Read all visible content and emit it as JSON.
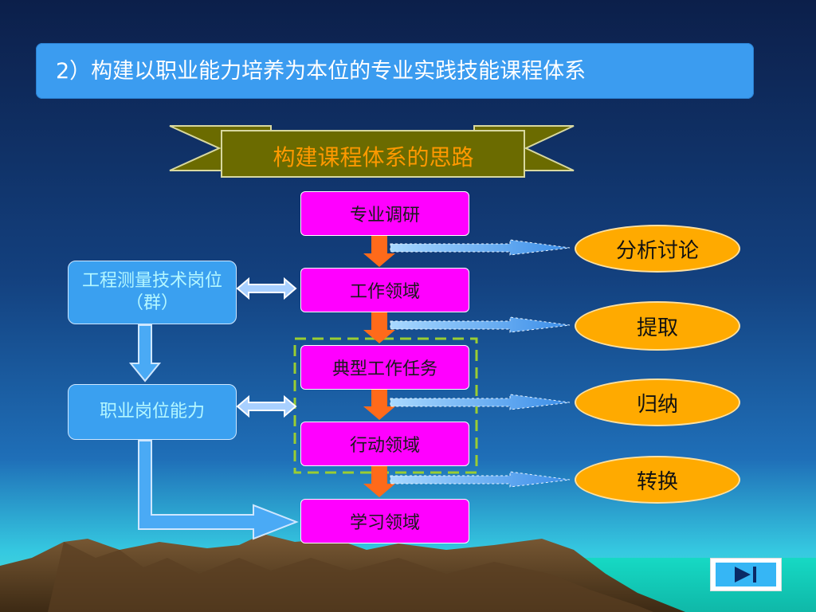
{
  "slide": {
    "title": "2）构建以职业能力培养为本位的专业实践技能课程体系",
    "banner": "构建课程体系的思路"
  },
  "flow": {
    "steps": [
      "专业调研",
      "工作领域",
      "典型工作任务",
      "行动领域",
      "学习领域"
    ],
    "actions": [
      "分析讨论",
      "提取",
      "归纳",
      "转换"
    ]
  },
  "left": {
    "position": "工程测量技术岗位（群）",
    "ability": "职业岗位能力"
  },
  "nav": {
    "icon": "skip-forward-icon"
  },
  "colors": {
    "title_box": "#3b9cf0",
    "step_box": "#ff00ff",
    "action_oval": "#ffaa00",
    "left_box": "#3aa0f0",
    "down_arrow": "#ff6a1a",
    "banner": "#6b6b00"
  }
}
